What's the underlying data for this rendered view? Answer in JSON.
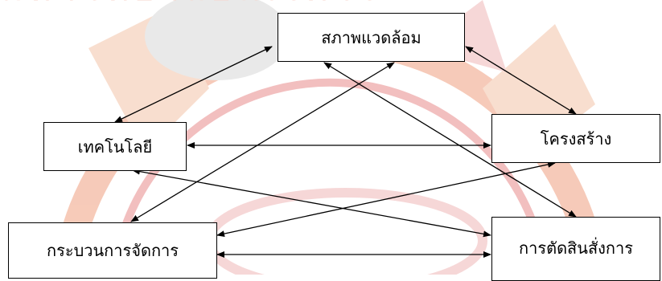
{
  "diagram": {
    "nodes": [
      {
        "id": "environment",
        "label": "สภาพแวดล้อม"
      },
      {
        "id": "technology",
        "label": "เทคโนโลยี"
      },
      {
        "id": "structure",
        "label": "โครงสร้าง"
      },
      {
        "id": "process",
        "label": "กระบวนการจัดการ"
      },
      {
        "id": "decision",
        "label": "การตัดสินสั่งการ"
      }
    ],
    "edges": [
      {
        "from": "environment",
        "to": "technology",
        "bidirectional": true
      },
      {
        "from": "environment",
        "to": "structure",
        "bidirectional": true
      },
      {
        "from": "environment",
        "to": "process",
        "bidirectional": true
      },
      {
        "from": "environment",
        "to": "decision",
        "bidirectional": true
      },
      {
        "from": "technology",
        "to": "structure",
        "bidirectional": true
      },
      {
        "from": "technology",
        "to": "decision",
        "bidirectional": true
      },
      {
        "from": "structure",
        "to": "process",
        "bidirectional": true
      },
      {
        "from": "process",
        "to": "decision",
        "bidirectional": true
      }
    ]
  },
  "watermark": {
    "text": "มหาวิทยาลัยนเรศวร",
    "colors": {
      "orange": "#f3b89a",
      "red": "#f0c2c2",
      "grey": "#dcdcdc"
    }
  }
}
